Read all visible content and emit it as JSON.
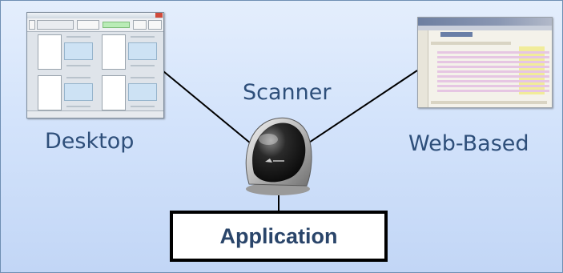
{
  "labels": {
    "desktop": "Desktop",
    "web_based": "Web-Based",
    "scanner": "Scanner",
    "application": "Application"
  },
  "colors": {
    "background_top": "#e4eefc",
    "background_bottom": "#c2d6f6",
    "label_text": "#2e4f7a",
    "application_text": "#2a456a",
    "connector": "#000000"
  },
  "icons": {
    "desktop": "desktop-app-screenshot",
    "web_based": "web-app-screenshot",
    "scanner": "fingerprint-scanner-icon"
  }
}
